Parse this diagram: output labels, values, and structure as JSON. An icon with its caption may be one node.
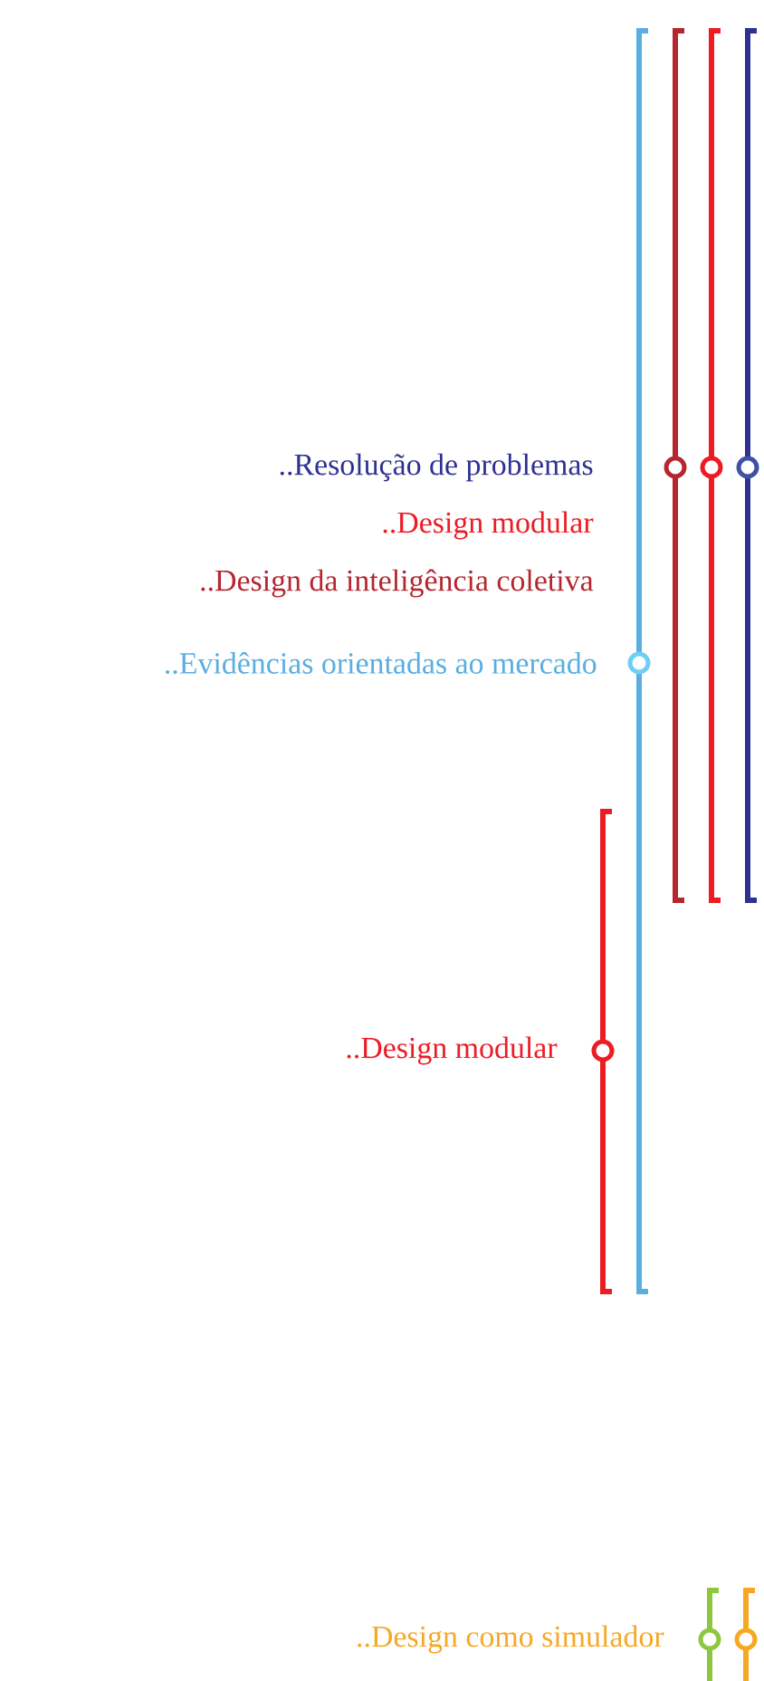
{
  "diagram": {
    "labels": [
      "..Resolução de problemas",
      "..Design modular",
      "..Design da inteligência coletiva",
      "..Evidências orientadas ao mercado",
      "..Design modular",
      "..Design como simulador"
    ]
  }
}
